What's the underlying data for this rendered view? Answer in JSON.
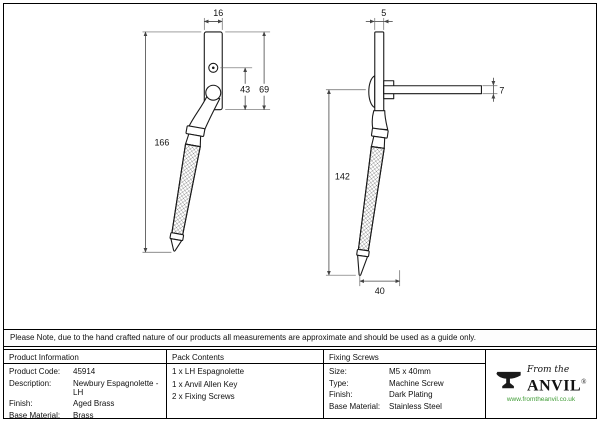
{
  "note": "Please Note, due to the hand crafted nature of our products all measurements are approximate and should be used as a guide only.",
  "drawings": {
    "front": {
      "width_top": "16",
      "hole_to_base": "43",
      "plate_height": "69",
      "overall": "166"
    },
    "side": {
      "thickness_top": "5",
      "spindle_height": "7",
      "overall": "142",
      "projection": "40"
    }
  },
  "table": {
    "product": {
      "header": "Product Information",
      "rows": [
        {
          "label": "Product Code:",
          "value": "45914"
        },
        {
          "label": "Description:",
          "value": "Newbury Espagnolette - LH"
        },
        {
          "label": "Finish:",
          "value": "Aged Brass"
        },
        {
          "label": "Base Material:",
          "value": "Brass"
        }
      ]
    },
    "pack": {
      "header": "Pack Contents",
      "items": [
        "1 x LH Espagnolette",
        "1 x Anvil Allen Key",
        "2 x Fixing Screws"
      ]
    },
    "screws": {
      "header": "Fixing Screws",
      "rows": [
        {
          "label": "Size:",
          "value": "M5 x 40mm"
        },
        {
          "label": "Type:",
          "value": "Machine Screw"
        },
        {
          "label": "Finish:",
          "value": "Dark Plating"
        },
        {
          "label": "Base Material:",
          "value": "Stainless Steel"
        }
      ]
    },
    "logo": {
      "from_the": "From the",
      "anvil": "ANVIL",
      "reg": "®",
      "url": "www.fromtheanvil.co.uk",
      "brand_green": "#3f9c35"
    }
  }
}
